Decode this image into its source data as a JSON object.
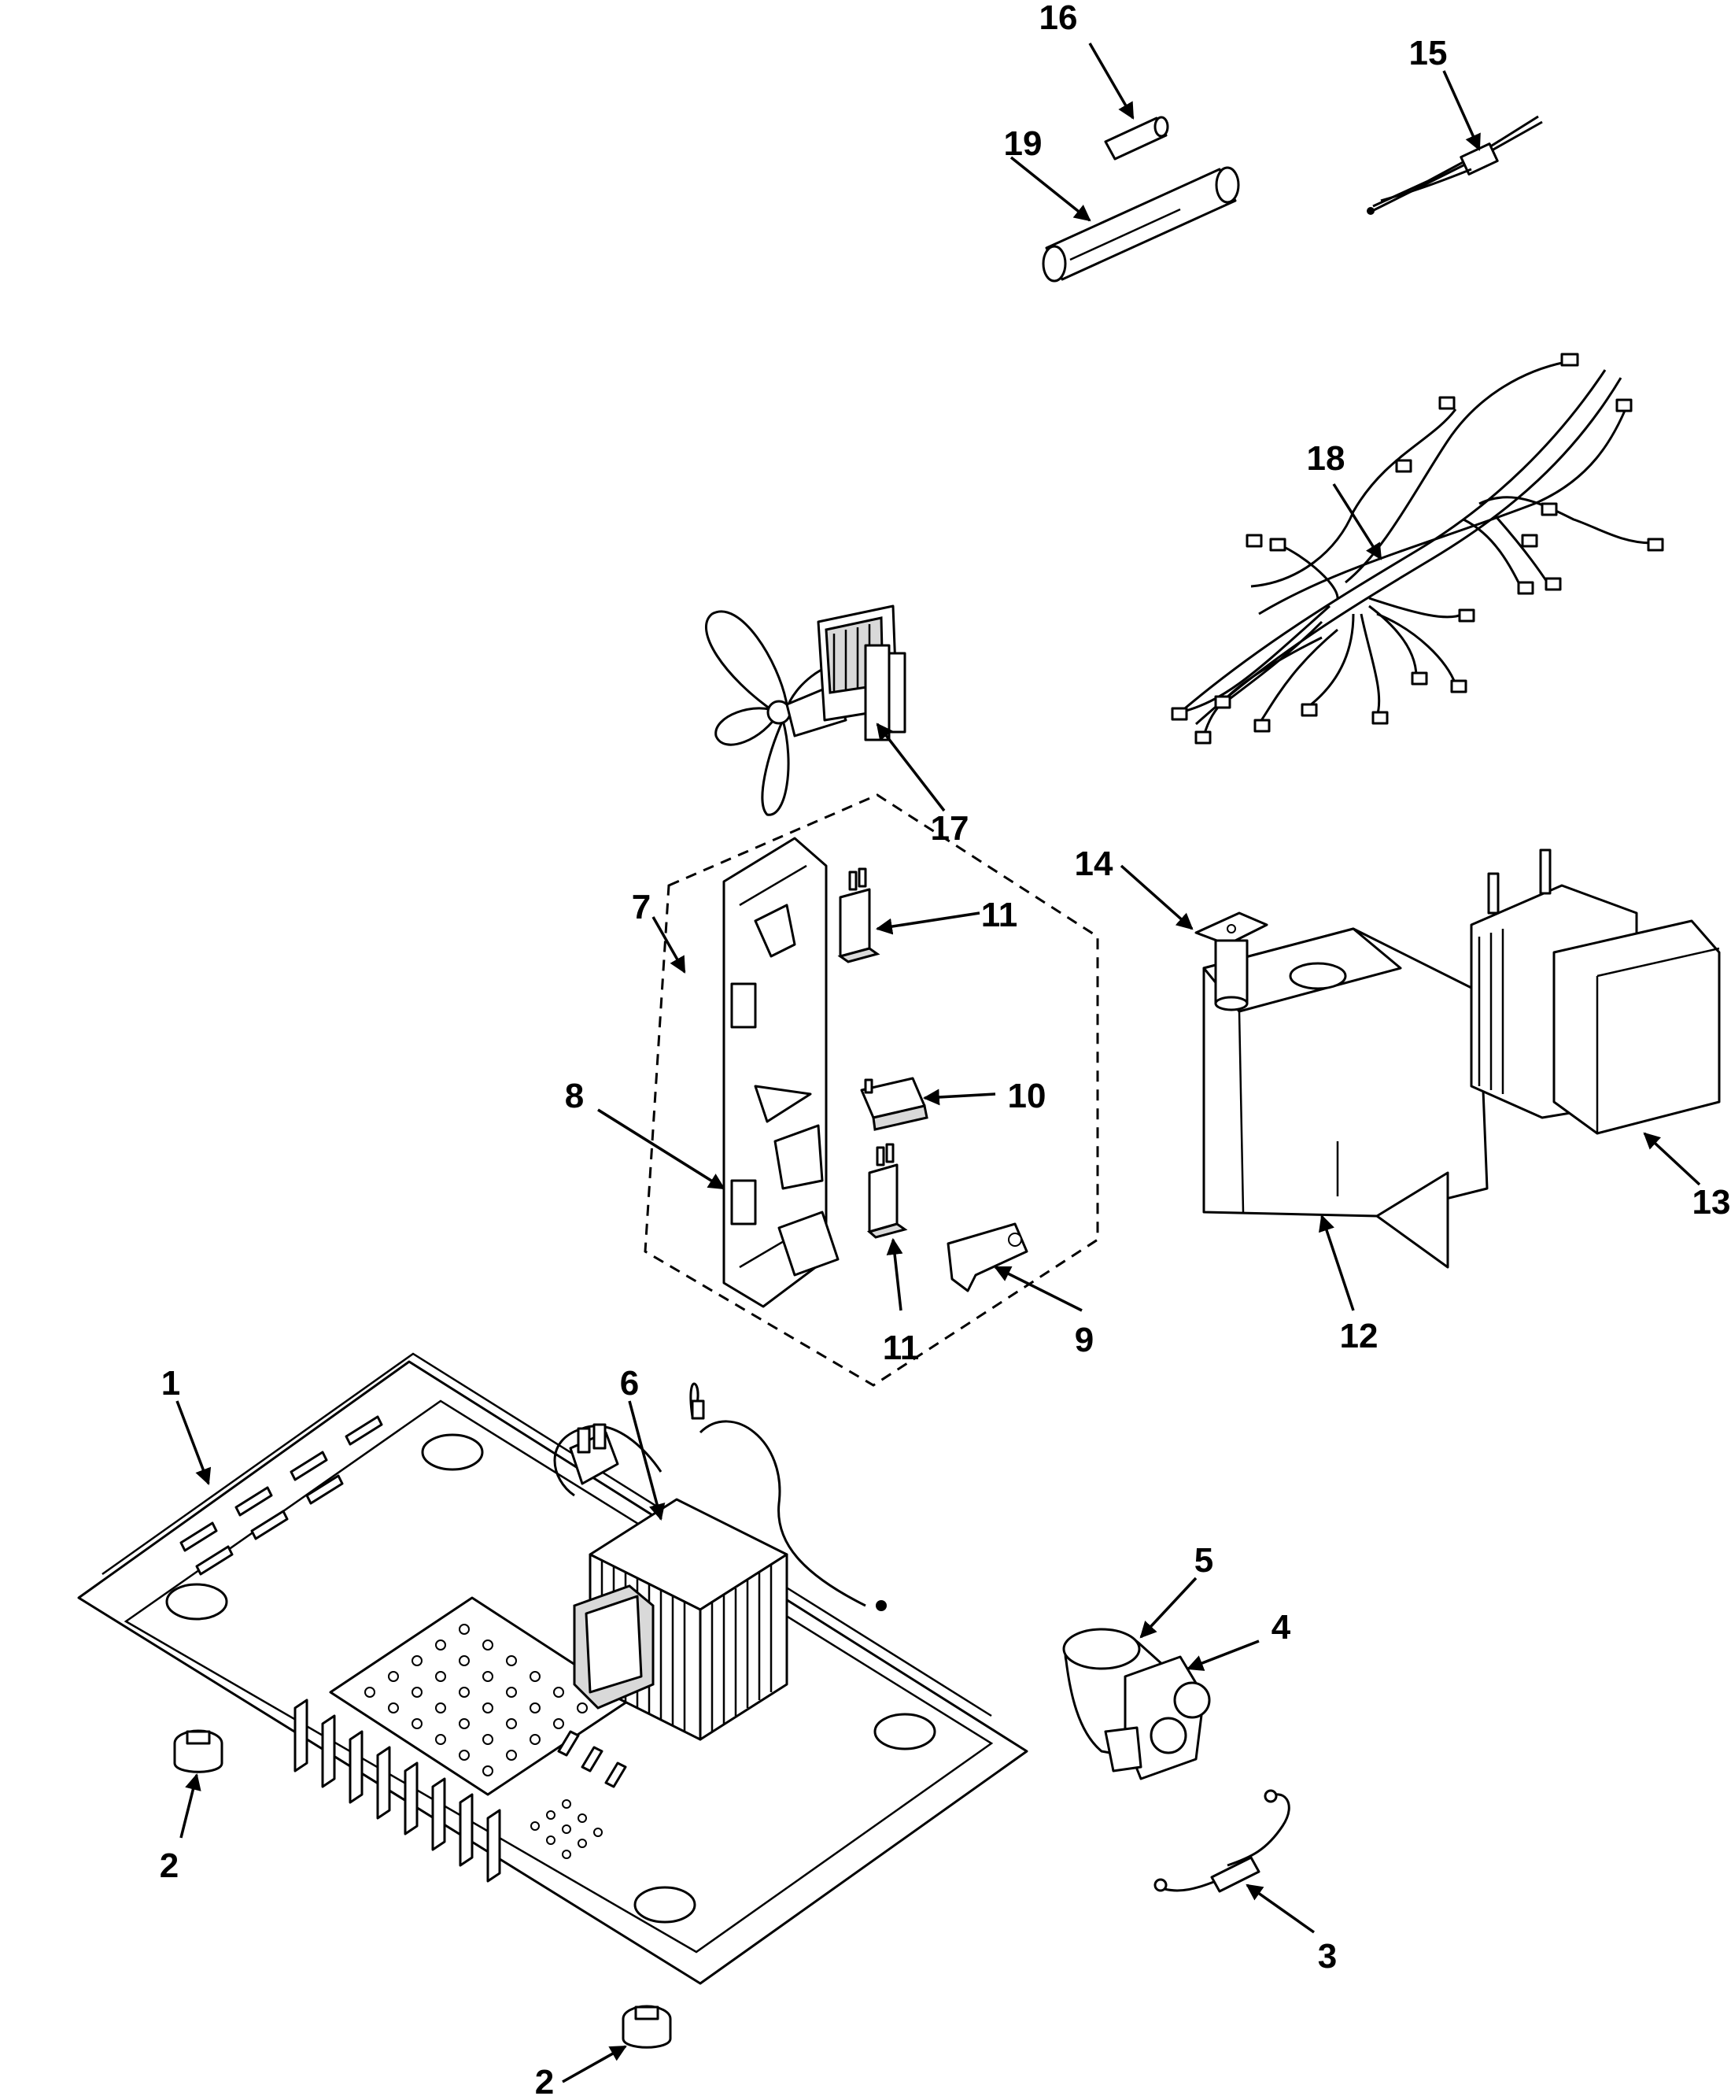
{
  "callouts": {
    "c1": "1",
    "c2a": "2",
    "c2b": "2",
    "c3": "3",
    "c4": "4",
    "c5": "5",
    "c6": "6",
    "c7": "7",
    "c8": "8",
    "c9": "9",
    "c10": "10",
    "c11a": "11",
    "c11b": "11",
    "c12": "12",
    "c13": "13",
    "c14": "14",
    "c15": "15",
    "c16": "16",
    "c17": "17",
    "c18": "18",
    "c19": "19"
  }
}
